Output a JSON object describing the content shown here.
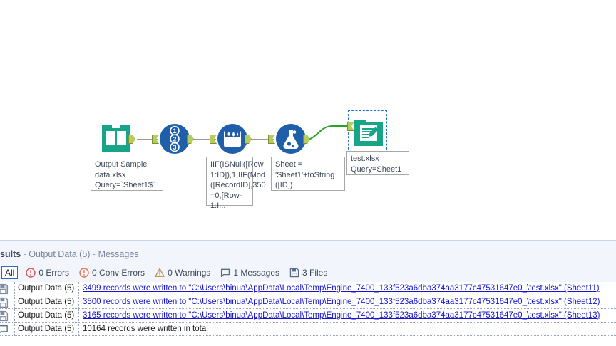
{
  "canvas": {
    "tools": [
      {
        "id": "input-data",
        "icon_name": "input-data-book-icon",
        "annotation": "Output Sample\ndata.xlsx\nQuery=`Sheet1$`"
      },
      {
        "id": "record-id",
        "icon_name": "record-id-123-icon",
        "annotation": ""
      },
      {
        "id": "multi-row-formula",
        "icon_name": "multi-row-formula-icon",
        "annotation": "IIF(ISNull([Row\n1:ID]),1,IIF(Mod\n([RecordID],350\n=0,[Row-1:I..."
      },
      {
        "id": "formula",
        "icon_name": "formula-flask-icon",
        "annotation": "Sheet =\n'Sheet1'+toString\n([ID])"
      },
      {
        "id": "output-data",
        "icon_name": "output-data-icon",
        "annotation": "test.xlsx\nQuery=Sheet1",
        "selected": true
      }
    ],
    "colors": {
      "teal": "#17a589",
      "blue": "#1f5fa9",
      "wire": "#9a9a9a",
      "wire_active": "#2ca02c",
      "anchor": "#b5cc5e",
      "selection": "#1f6fd0"
    }
  },
  "results": {
    "header": {
      "title": "sults",
      "separator1": " - ",
      "tool": "Output Data (5)",
      "separator2": " - ",
      "section": "Messages"
    },
    "toolbar": {
      "all_label": "All",
      "items": [
        {
          "icon": "error-circle-icon",
          "label": "0 Errors"
        },
        {
          "icon": "conv-error-circle-icon",
          "label": "0 Conv Errors"
        },
        {
          "icon": "warning-triangle-icon",
          "label": "0 Warnings"
        },
        {
          "icon": "message-balloon-icon",
          "label": "1 Messages"
        },
        {
          "icon": "file-save-icon",
          "label": "3 Files"
        }
      ]
    },
    "columns": [
      "icon",
      "tool",
      "message"
    ],
    "rows": [
      {
        "icon": "file-save-icon",
        "tool": "Output Data (5)",
        "message": "3499 records were written to \"C:\\Users\\binua\\AppData\\Local\\Temp\\Engine_7400_133f523a6dba374aa3177c47531647e0_\\test.xlsx\" (Sheet11)",
        "is_link": true
      },
      {
        "icon": "file-save-icon",
        "tool": "Output Data (5)",
        "message": "3500 records were written to \"C:\\Users\\binua\\AppData\\Local\\Temp\\Engine_7400_133f523a6dba374aa3177c47531647e0_\\test.xlsx\" (Sheet12)",
        "is_link": true
      },
      {
        "icon": "file-save-icon",
        "tool": "Output Data (5)",
        "message": "3165 records were written to \"C:\\Users\\binua\\AppData\\Local\\Temp\\Engine_7400_133f523a6dba374aa3177c47531647e0_\\test.xlsx\" (Sheet13)",
        "is_link": true
      },
      {
        "icon": "message-balloon-icon",
        "tool": "Output Data (5)",
        "message": "10164 records were written in total",
        "is_link": false
      }
    ]
  }
}
